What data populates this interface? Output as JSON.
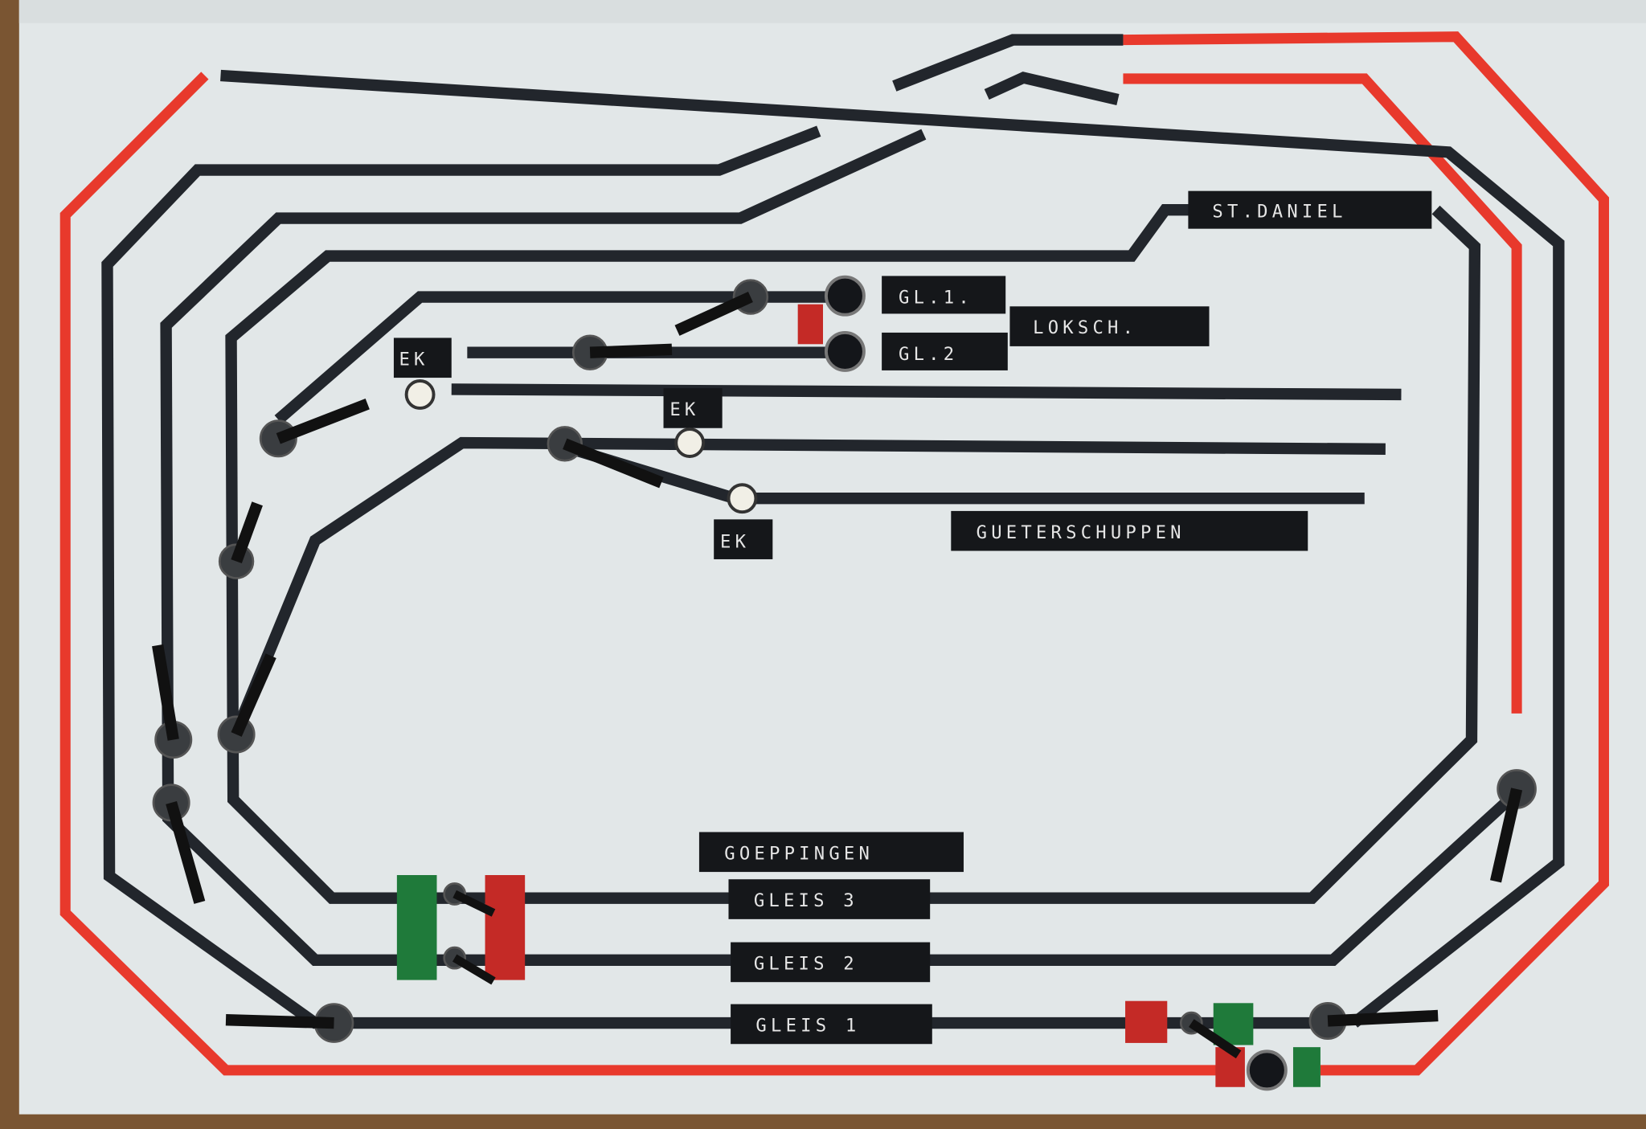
{
  "panel": {
    "labels": {
      "st_daniel": "ST.DANIEL",
      "gl1": "GL.1.",
      "gl2": "GL.2",
      "loksch": "LOKSCH.",
      "ek_1": "EK",
      "ek_2": "EK",
      "ek_3": "EK",
      "gueterschuppen": "GUETERSCHUPPEN",
      "goeppingen": "GOEPPINGEN",
      "gleis3": "GLEIS 3",
      "gleis2": "GLEIS 2",
      "gleis1": "GLEIS 1"
    },
    "colors": {
      "board": "#e4e9ea",
      "track": "#22262c",
      "main_line": "#e8392c",
      "signal_red": "#c42a26",
      "signal_green": "#1f7a3a",
      "frame": "#7a5532"
    }
  }
}
